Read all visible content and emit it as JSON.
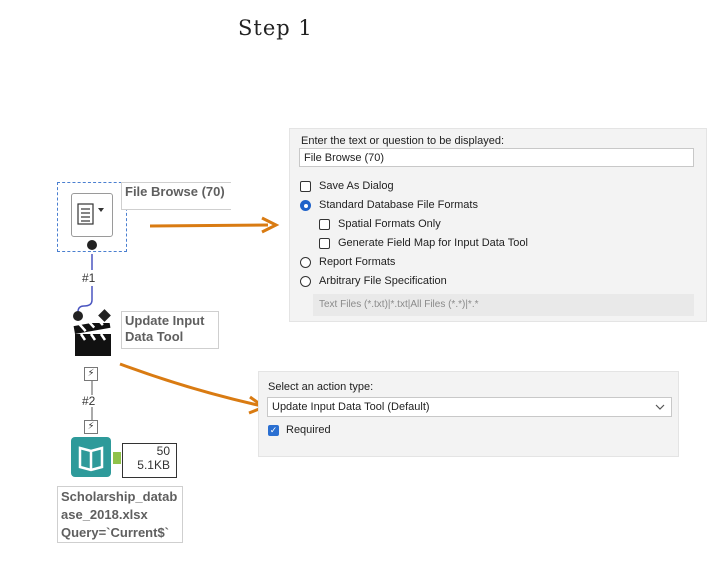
{
  "step_title": "Step 1",
  "canvas": {
    "file_browse_label": "File Browse (70)",
    "connection_1": "#1",
    "update_tool_label_line1": "Update Input",
    "update_tool_label_line2": "Data Tool",
    "connection_2": "#2",
    "record_count": "50",
    "record_size": "5.1KB",
    "input_label_line1": "Scholarship_datab",
    "input_label_line2": "ase_2018.xlsx",
    "input_label_line3": "Query=`Current$`"
  },
  "file_browse_panel": {
    "prompt_label": "Enter the text or question to be displayed:",
    "prompt_value": "File Browse (70)",
    "save_as_dialog": "Save As Dialog",
    "standard_formats": "Standard Database File Formats",
    "spatial_only": "Spatial Formats Only",
    "generate_field_map": "Generate Field Map for Input Data Tool",
    "report_formats": "Report Formats",
    "arbitrary_spec": "Arbitrary File Specification",
    "file_spec_value": "Text Files (*.txt)|*.txt|All Files (*.*)|*.*"
  },
  "action_panel": {
    "select_label": "Select an action type:",
    "action_value": "Update Input Data Tool (Default)",
    "required_label": "Required"
  },
  "colors": {
    "arrow": "#d97b12",
    "selection": "#4a7fd0",
    "radio_selected": "#1f62c9",
    "input_tool": "#2e9a9a"
  }
}
